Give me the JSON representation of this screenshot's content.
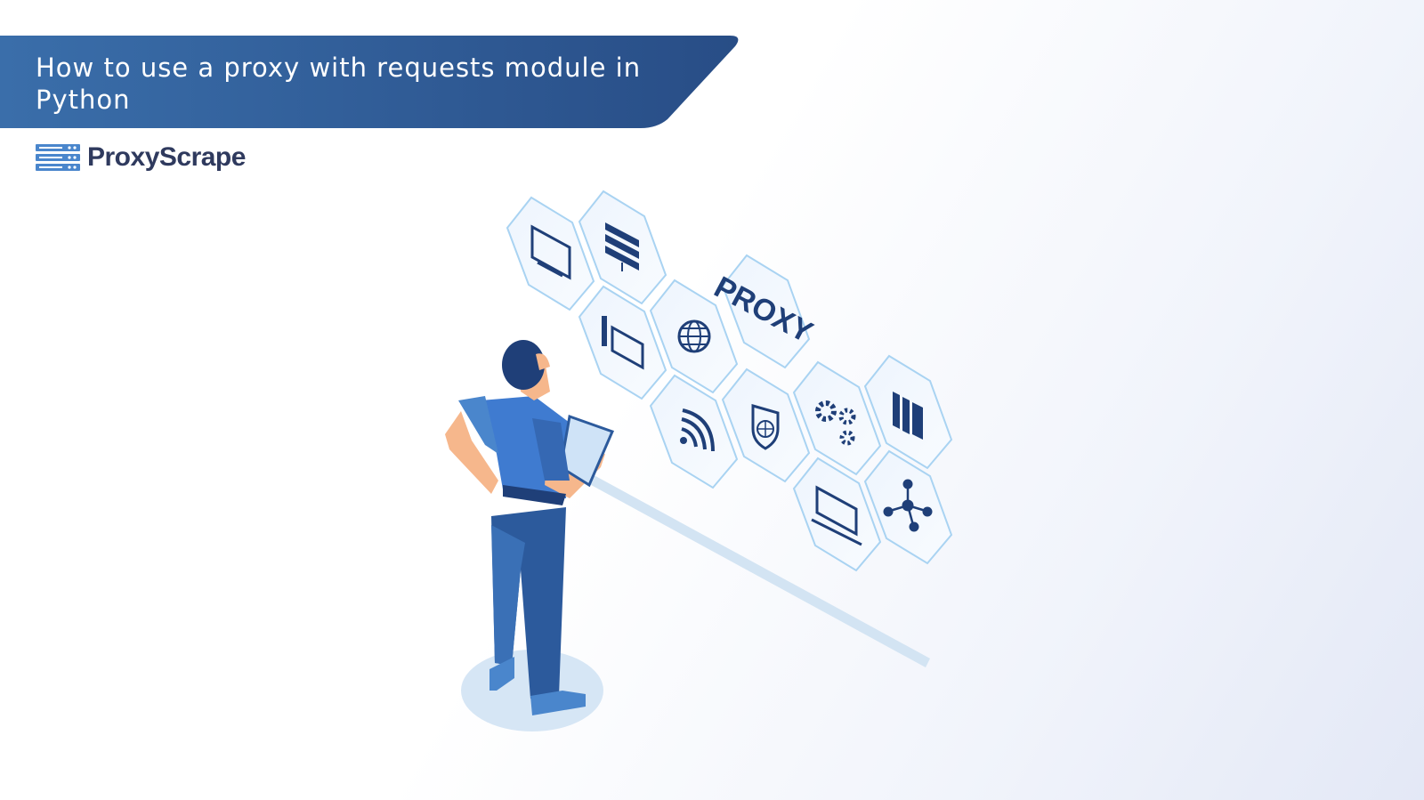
{
  "header": {
    "title": "How to use a proxy with requests module in Python",
    "brand": "ProxyScrape"
  },
  "illustration": {
    "hex_label": "PROXY",
    "hex_icons": [
      "monitor-icon",
      "server-icon",
      "desktop-icon",
      "globe-icon",
      "proxy-label",
      "wifi-icon",
      "shield-globe-icon",
      "gears-icon",
      "books-icon",
      "laptop-icon",
      "network-icon"
    ]
  },
  "colors": {
    "banner_start": "#3a6eaa",
    "banner_end": "#284d86",
    "brand_text": "#2f3a5e",
    "icon": "#1f3f78",
    "hex_stroke": "#a9d3f2"
  }
}
